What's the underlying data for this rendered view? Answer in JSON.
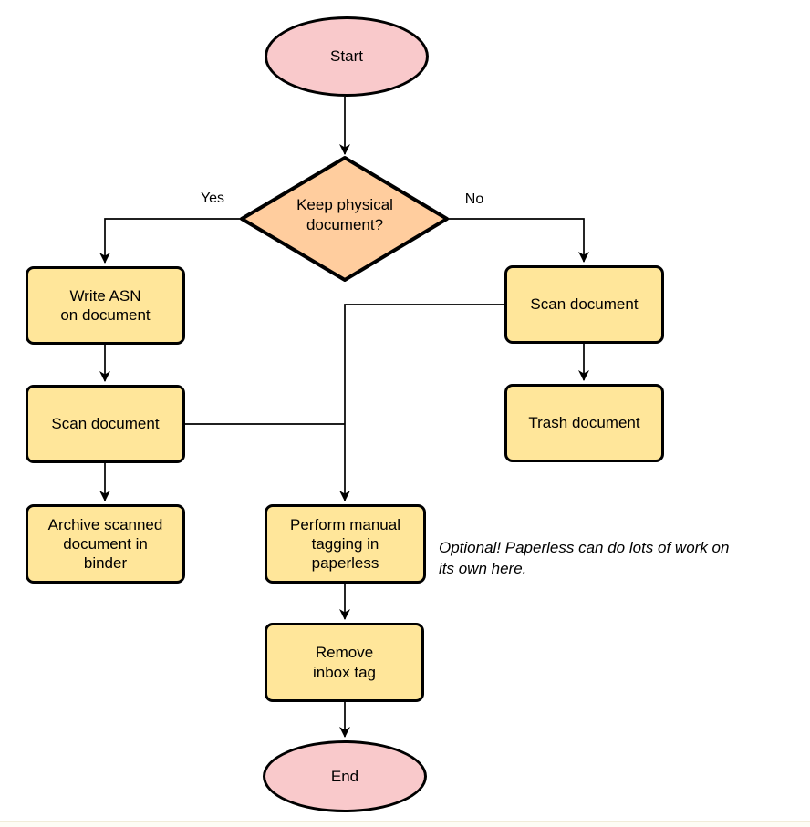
{
  "diagram": {
    "type": "flowchart",
    "nodes": {
      "start": {
        "label": "Start",
        "shape": "ellipse"
      },
      "decision": {
        "label": "Keep physical\ndocument?",
        "shape": "diamond"
      },
      "write_asn": {
        "label": "Write ASN\non document",
        "shape": "rounded-rect"
      },
      "scan_left": {
        "label": "Scan document",
        "shape": "rounded-rect"
      },
      "archive": {
        "label": "Archive scanned\ndocument in\nbinder",
        "shape": "rounded-rect"
      },
      "scan_right": {
        "label": "Scan document",
        "shape": "rounded-rect"
      },
      "trash": {
        "label": "Trash document",
        "shape": "rounded-rect"
      },
      "tagging": {
        "label": "Perform manual\ntagging in\npaperless",
        "shape": "rounded-rect"
      },
      "remove_inbox": {
        "label": "Remove\ninbox tag",
        "shape": "rounded-rect"
      },
      "end": {
        "label": "End",
        "shape": "ellipse"
      }
    },
    "edge_labels": {
      "yes": "Yes",
      "no": "No"
    },
    "annotation": "Optional! Paperless can do lots of work on\nits own here.",
    "colors": {
      "terminal_fill": "#f9c9cb",
      "decision_fill": "#ffcd9e",
      "process_fill": "#ffe69a",
      "stroke": "#000000",
      "background": "#ffffff"
    }
  }
}
